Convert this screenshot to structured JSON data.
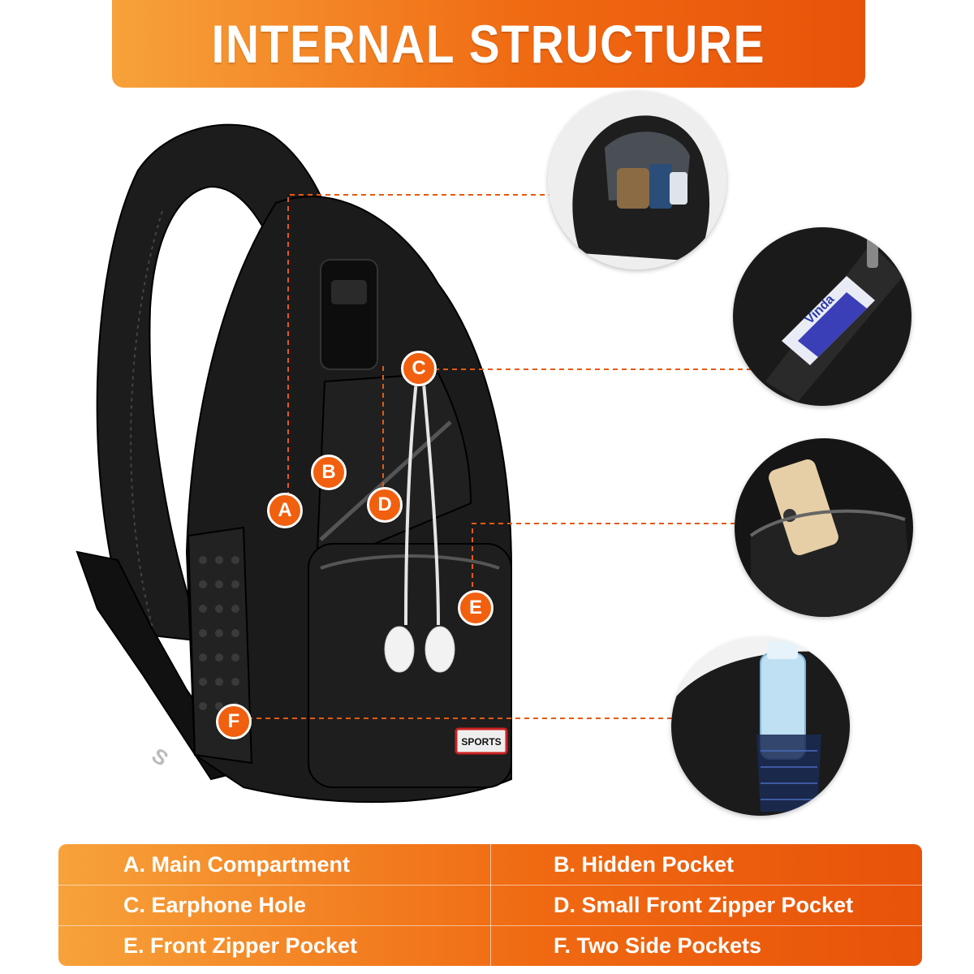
{
  "banner": {
    "title": "INTERNAL STRUCTURE"
  },
  "markers": [
    "A",
    "B",
    "C",
    "D",
    "E",
    "F"
  ],
  "bag_badge": "SPORTS",
  "legend": {
    "rows": [
      [
        "A. Main Compartment",
        "B. Hidden Pocket"
      ],
      [
        "C. Earphone Hole",
        "D. Small Front Zipper Pocket"
      ],
      [
        "E. Front Zipper Pocket",
        "F. Two Side Pockets"
      ]
    ]
  },
  "colors": {
    "accent": "#f06a12",
    "accent_light": "#f7a23a",
    "bag": "#1b1b1b"
  },
  "icons": [
    "sling-bag-illustration",
    "earphones-illustration",
    "detail-main-compartment",
    "detail-hidden-pocket",
    "detail-phone-pocket",
    "detail-side-bottle-pocket"
  ]
}
